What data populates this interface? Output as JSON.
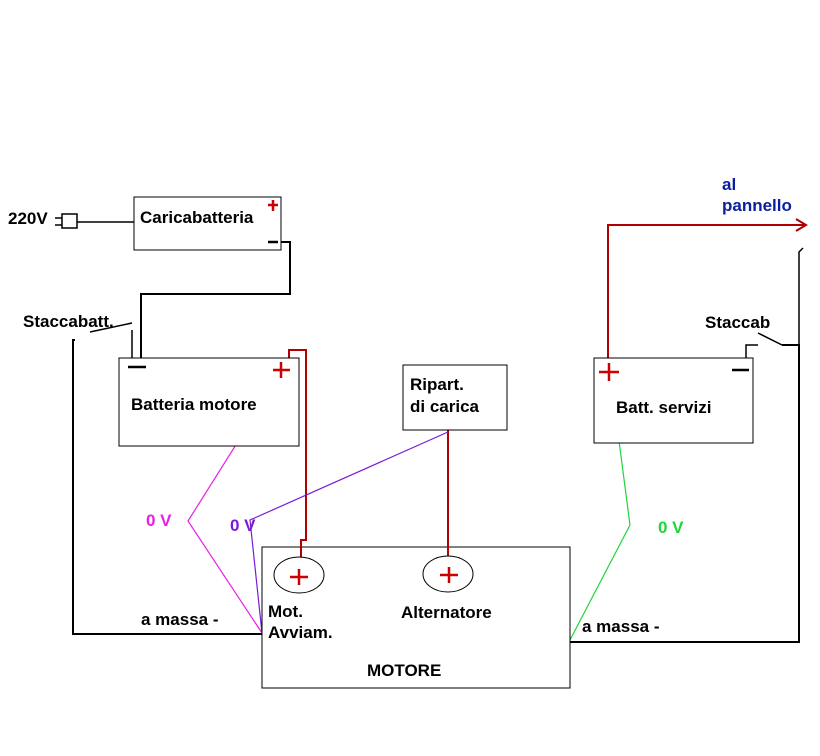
{
  "labels": {
    "v220": "220V",
    "caricabatteria": "Caricabatteria",
    "staccabatt": "Staccabatt.",
    "batteria_motore": "Batteria motore",
    "ripart_line1": "Ripart.",
    "ripart_line2": "di carica",
    "batt_servizi": "Batt. servizi",
    "staccab": "Staccab",
    "al": "al",
    "pannello": "pannello",
    "zero_v_magenta": "0 V",
    "zero_v_purple": "0 V",
    "zero_v_green": "0 V",
    "a_massa_left": "a massa -",
    "a_massa_right": "a massa -",
    "mot_line1": "Mot.",
    "mot_line2": "Avviam.",
    "alternatore": "Alternatore",
    "motore": "MOTORE"
  },
  "colors": {
    "positive_wire": "#b00000",
    "ground_wire": "#000000",
    "ref_magenta": "#e81fe8",
    "ref_purple": "#7a1bd6",
    "ref_green": "#1fd63a",
    "panel_text": "#0a1f9c"
  },
  "icons": [
    "plug-icon",
    "switch-icon",
    "arrow-right-icon",
    "plus-terminal-icon",
    "minus-terminal-icon"
  ]
}
